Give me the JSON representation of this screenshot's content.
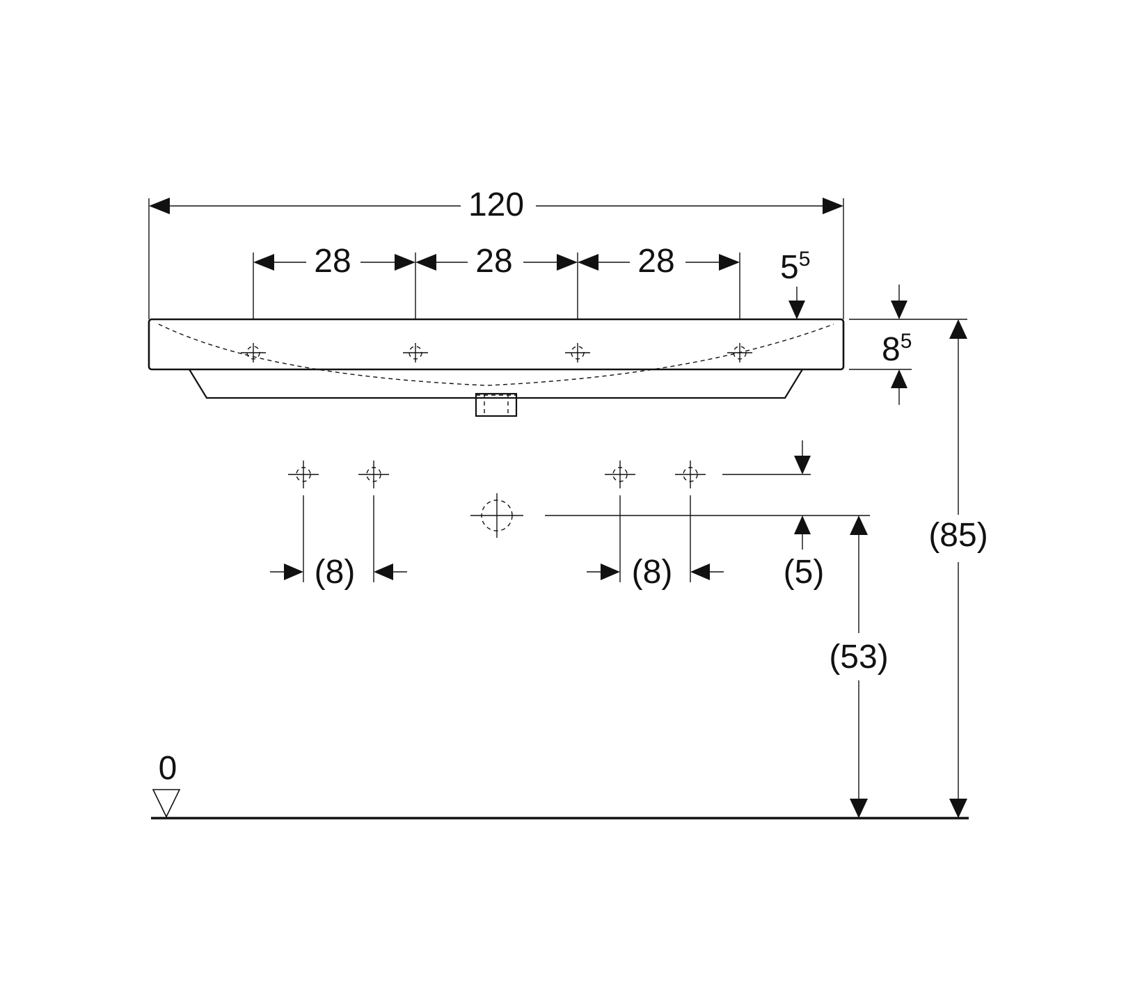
{
  "dimensions": {
    "overall_width": "120",
    "tap_spacing": [
      "28",
      "28",
      "28"
    ],
    "rim_offset_base": "5",
    "rim_offset_sup": "5",
    "rim_height_base": "8",
    "rim_height_sup": "5",
    "connection_spacing_left": "(8)",
    "connection_spacing_right": "(8)",
    "connection_offset": "(5)",
    "waste_height": "(53)",
    "rim_total_height": "(85)",
    "floor_level": "0"
  },
  "colors": {
    "line": "#111111",
    "background": "#ffffff"
  }
}
